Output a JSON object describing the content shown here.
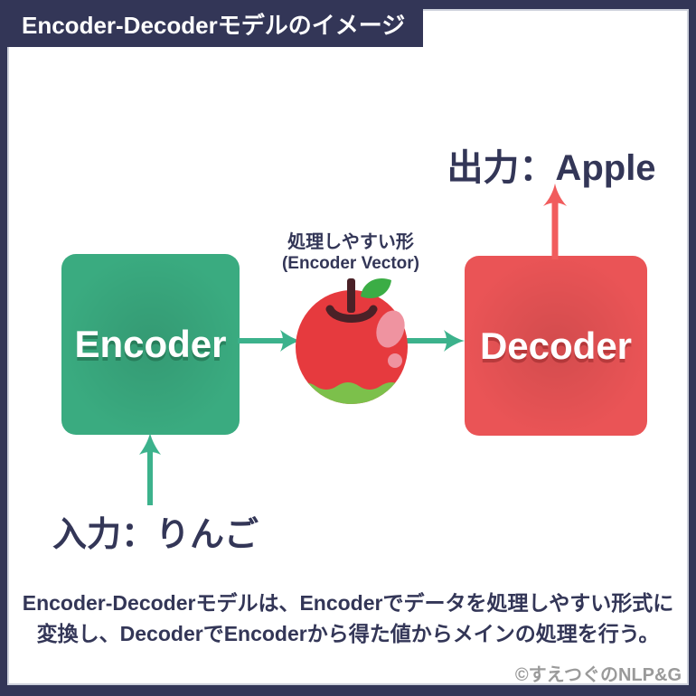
{
  "title": "Encoder-Decoderモデルのイメージ",
  "diagram": {
    "encoder_label": "Encoder",
    "decoder_label": "Decoder",
    "vector_label_line1": "処理しやすい形",
    "vector_label_line2": "(Encoder Vector)",
    "input_label": "入力：りんご",
    "output_label": "出力：Apple",
    "icons": [
      "apple-icon",
      "arrow-right-icon",
      "arrow-up-icon"
    ]
  },
  "description": {
    "line1": "Encoder-Decoderモデルは、Encoderでデータを処理しやすい形式に",
    "line2": "変換し、DecoderでEncoderから得た値からメインの処理を行う。"
  },
  "credit": "©すえつぐのNLP&G",
  "colors": {
    "frame_navy": "#333657",
    "encoder_green": "#3aab80",
    "decoder_red": "#ea5456",
    "arrow_green": "#3cb28c",
    "arrow_red": "#f15c5d",
    "text_navy": "#333657",
    "credit_gray": "#9a9a9a"
  }
}
